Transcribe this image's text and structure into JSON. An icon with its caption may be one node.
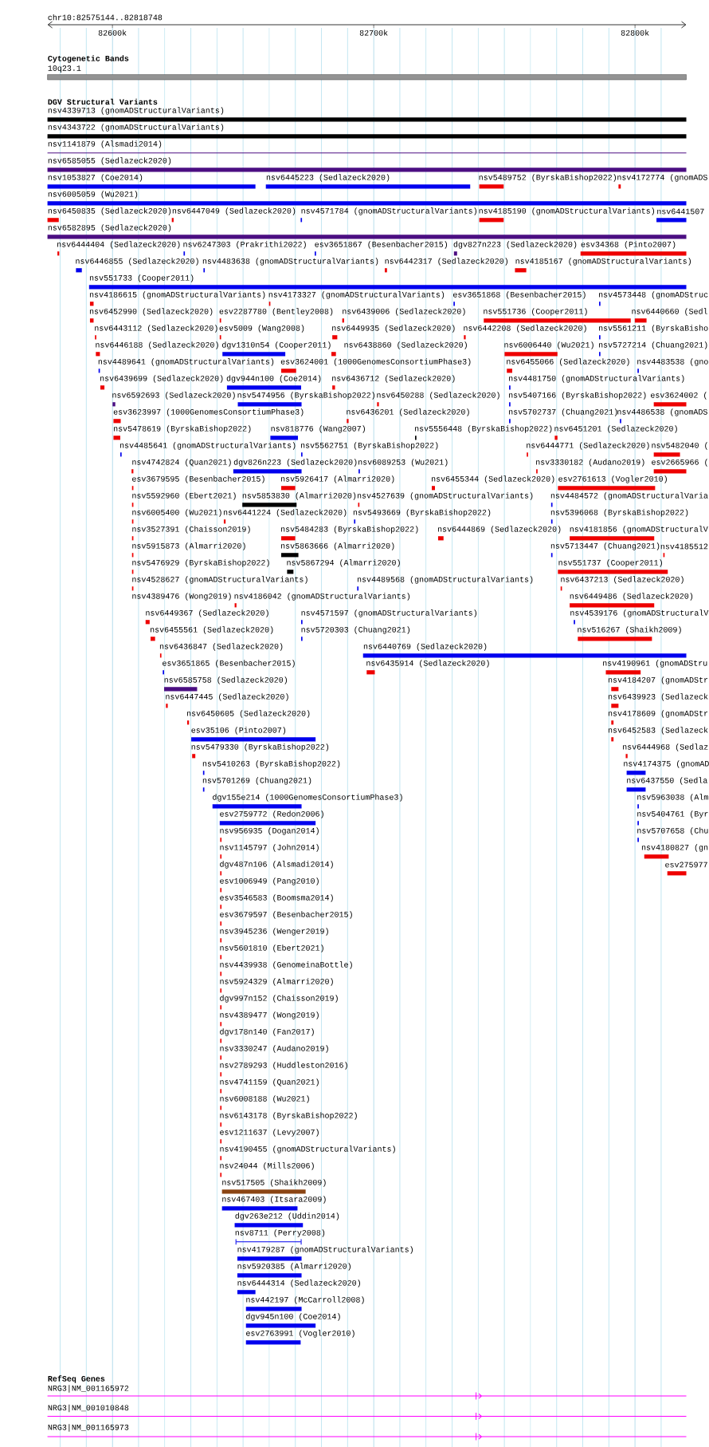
{
  "diagram": {
    "labels": [
      "chr10:82575144..82818748",
      "82600k",
      "82700k",
      "82800k",
      "Cytogenetic Bands",
      "10q23.1",
      "DGV Structural Variants",
      "nsv4339713 (gnomADStructuralVariants)",
      "nsv4343722 (gnomADStructuralVariants)",
      "nsv1141879 (Alsmadi2014)",
      "nsv6585055 (Sedlazeck2020)",
      "nsv1053827 (Coe2014)",
      "nsv6445223 (Sedlazeck2020)",
      "nsv5489752 (ByrskaBishop2022)",
      "nsv4172774 (gnomADS",
      "nsv6005059 (Wu2021)",
      "nsv6450835 (Sedlazeck2020)",
      "nsv6447049 (Sedlazeck2020)",
      "nsv4571784 (gnomADStructuralVariants)",
      "nsv4185190 (gnomADStructuralVariants)",
      "nsv6441507",
      "nsv6582895 (Sedlazeck2020)",
      "nsv6444404 (Sedlazeck2020)",
      "nsv6247303 (Prakrithi2022)",
      "esv3651867 (Besenbacher2015)",
      "dgv827n223 (Sedlazeck2020)",
      "esv34368 (Pinto2007)",
      "nsv6446855 (Sedlazeck2020)",
      "nsv4483638 (gnomADStructuralVariants)",
      "nsv6442317 (Sedlazeck2020)",
      "nsv4185167 (gnomADStructuralVariants)",
      "nsv551733 (Cooper2011)",
      "nsv4186615 (gnomADStructuralVariants)",
      "nsv4173327 (gnomADStructuralVariants)",
      "esv3651868 (Besenbacher2015)",
      "nsv4573448 (gnomADStruc",
      "nsv6452990 (Sedlazeck2020)",
      "esv2287780 (Bentley2008)",
      "nsv6439006 (Sedlazeck2020)",
      "nsv551736 (Cooper2011)",
      "nsv6440660 (Sedl",
      "nsv6443112 (Sedlazeck2020)",
      "esv5009 (Wang2008)",
      "nsv6449935 (Sedlazeck2020)",
      "nsv6442208 (Sedlazeck2020)",
      "nsv5561211 (ByrskaBisho",
      "nsv6446188 (Sedlazeck2020)",
      "dgv1310n54 (Cooper2011)",
      "nsv6438860 (Sedlazeck2020)",
      "nsv6006440 (Wu2021)",
      "nsv5727214 (Chuang2021)",
      "nsv4489641 (gnomADStructuralVariants)",
      "esv3624001 (1000GenomesConsortiumPhase3)",
      "nsv6455066 (Sedlazeck2020)",
      "nsv4483538 (gno",
      "nsv6439699 (Sedlazeck2020)",
      "dgv944n100 (Coe2014)",
      "nsv6436712 (Sedlazeck2020)",
      "nsv4481750 (gnomADStructuralVariants)",
      "nsv6592693 (Sedlazeck2020)",
      "nsv5474956 (ByrskaBishop2022)",
      "nsv6450288 (Sedlazeck2020)",
      "nsv5407166 (ByrskaBishop2022)",
      "esv3624002 (",
      "esv3623997 (1000GenomesConsortiumPhase3)",
      "nsv6436201 (Sedlazeck2020)",
      "nsv5702737 (Chuang2021)",
      "nsv4486538 (gnomADS",
      "nsv5478619 (ByrskaBishop2022)",
      "nsv818776 (Wang2007)",
      "nsv5556448 (ByrskaBishop2022)",
      "nsv6451201 (Sedlazeck2020)",
      "nsv4485641 (gnomADStructuralVariants)",
      "nsv5562751 (ByrskaBishop2022)",
      "nsv6444771 (Sedlazeck2020)",
      "nsv5482040 (",
      "nsv4742824 (Quan2021)",
      "dgv826n223 (Sedlazeck2020)",
      "nsv6089253 (Wu2021)",
      "nsv3330182 (Audano2019)",
      "esv2665966 (",
      "esv3679595 (Besenbacher2015)",
      "nsv5926417 (Almarri2020)",
      "nsv6455344 (Sedlazeck2020)",
      "esv2761613 (Vogler2010)",
      "nsv5592960 (Ebert2021)",
      "nsv5853830 (Almarri2020)",
      "nsv4527639 (gnomADStructuralVariants)",
      "nsv4484572 (gnomADStructuralVaria",
      "nsv6005400 (Wu2021)",
      "nsv6441224 (Sedlazeck2020)",
      "nsv5493669 (ByrskaBishop2022)",
      "nsv5396068 (ByrskaBishop2022)",
      "nsv3527391 (Chaisson2019)",
      "nsv5484283 (ByrskaBishop2022)",
      "nsv6444869 (Sedlazeck2020)",
      "nsv4181856 (gnomADStructuralV",
      "nsv5915873 (Almarri2020)",
      "nsv5863666 (Almarri2020)",
      "nsv5713447 (Chuang2021)",
      "nsv4185512",
      "nsv5476929 (ByrskaBishop2022)",
      "nsv5867294 (Almarri2020)",
      "nsv551737 (Cooper2011)",
      "nsv4528627 (gnomADStructuralVariants)",
      "nsv4489568 (gnomADStructuralVariants)",
      "nsv6437213 (Sedlazeck2020)",
      "nsv4389476 (Wong2019)",
      "nsv4186042 (gnomADStructuralVariants)",
      "nsv6449486 (Sedlazeck2020)",
      "nsv6449367 (Sedlazeck2020)",
      "nsv4571597 (gnomADStructuralVariants)",
      "nsv4539176 (gnomADStructuralV",
      "nsv6455561 (Sedlazeck2020)",
      "nsv5720303 (Chuang2021)",
      "nsv516267 (Shaikh2009)",
      "nsv6436847 (Sedlazeck2020)",
      "nsv6440769 (Sedlazeck2020)",
      "esv3651865 (Besenbacher2015)",
      "nsv6435914 (Sedlazeck2020)",
      "nsv4190961 (gnomADStru",
      "nsv6585758 (Sedlazeck2020)",
      "nsv4184207 (gnomADStr",
      "nsv6447445 (Sedlazeck2020)",
      "nsv6439923 (Sedlazeck",
      "nsv6450605 (Sedlazeck2020)",
      "nsv4178609 (gnomADStr",
      "esv35106 (Pinto2007)",
      "nsv6452583 (Sedlazeck",
      "nsv5479330 (ByrskaBishop2022)",
      "nsv6444968 (Sedlaz",
      "nsv5410263 (ByrskaBishop2022)",
      "nsv4174375 (gnomAD",
      "nsv5701269 (Chuang2021)",
      "nsv6437550 (Sedla",
      "dgv155e214 (1000GenomesConsortiumPhase3)",
      "nsv5963038 (Alm",
      "esv2759772 (Redon2006)",
      "nsv5404761 (Byr",
      "nsv956935 (Dogan2014)",
      "nsv5707658 (Chu",
      "nsv1145797 (John2014)",
      "nsv4180827 (gn",
      "dgv487n106 (Alsmadi2014)",
      "esv275977",
      "esv1006949 (Pang2010)",
      "esv3546583 (Boomsma2014)",
      "esv3679597 (Besenbacher2015)",
      "nsv3945236 (Wenger2019)",
      "nsv5601810 (Ebert2021)",
      "nsv4439938 (GenomeinaBottle)",
      "nsv5924329 (Almarri2020)",
      "dgv997n152 (Chaisson2019)",
      "nsv4389477 (Wong2019)",
      "dgv178n140 (Fan2017)",
      "nsv3330247 (Audano2019)",
      "nsv2789293 (Huddleston2016)",
      "nsv4741159 (Quan2021)",
      "nsv6008188 (Wu2021)",
      "nsv6143178 (ByrskaBishop2022)",
      "esv1211637 (Levy2007)",
      "nsv4190455 (gnomADStructuralVariants)",
      "nsv24044 (Mills2006)",
      "nsv517505 (Shaikh2009)",
      "nsv467403 (Itsara2009)",
      "dgv263e212 (Uddin2014)",
      "nsv8711 (Perry2008)",
      "nsv4179287 (gnomADStructuralVariants)",
      "nsv5920385 (Almarri2020)",
      "nsv6444314 (Sedlazeck2020)",
      "nsv442197 (McCarroll2008)",
      "dgv945n100 (Coe2014)",
      "esv2763991 (Vogler2010)",
      "RefSeq Genes",
      "NRG3|NM_001165972",
      "NRG3|NM_001010848",
      "NRG3|NM_001165973"
    ]
  }
}
